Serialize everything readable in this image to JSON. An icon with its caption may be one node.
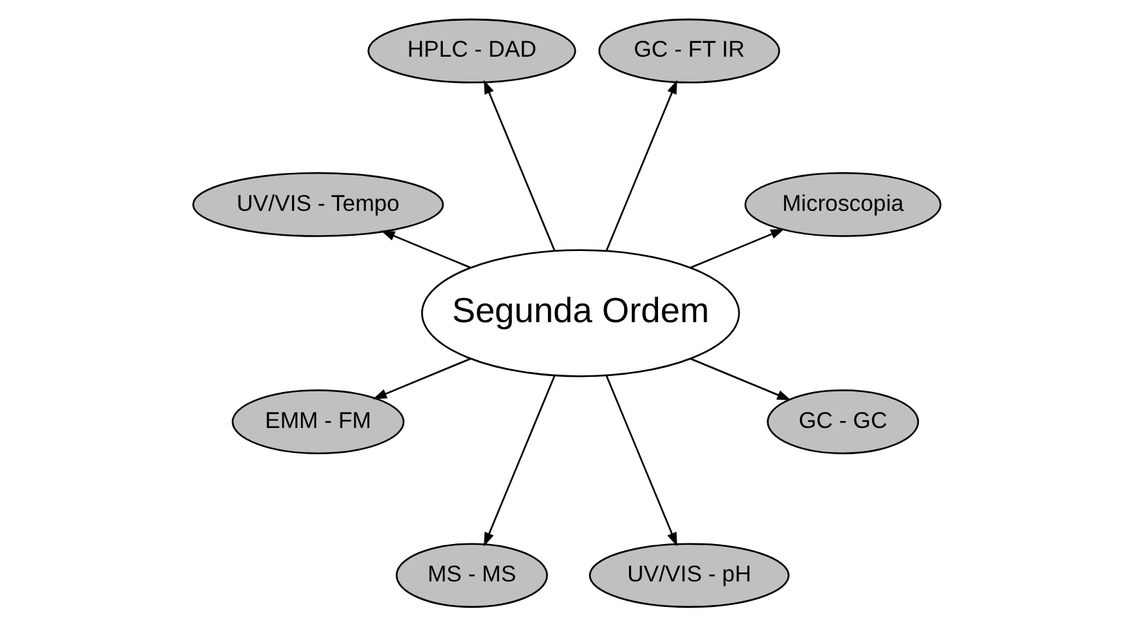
{
  "diagram": {
    "nodes": [
      {
        "text": [
          "Segunda Ordem"
        ]
      },
      {
        "text": [
          "Microscopia"
        ]
      },
      {
        "text": [
          "GC - FT IR"
        ]
      },
      {
        "text": [
          "HPLC - DAD"
        ]
      },
      {
        "text": [
          "UV/VIS - Tempo"
        ]
      },
      {
        "text": [
          "EMM - FM"
        ]
      },
      {
        "text": [
          "MS - MS"
        ]
      },
      {
        "text": [
          "UV/VIS - pH"
        ]
      },
      {
        "text": [
          "GC - GC"
        ]
      }
    ],
    "edges": [
      {
        "from": 0,
        "to": 1,
        "arrow": "to"
      },
      {
        "from": 0,
        "to": 2,
        "arrow": "to"
      },
      {
        "from": 0,
        "to": 3,
        "arrow": "to"
      },
      {
        "from": 0,
        "to": 4,
        "arrow": "to"
      },
      {
        "from": 0,
        "to": 5,
        "arrow": "to"
      },
      {
        "from": 0,
        "to": 6,
        "arrow": "to"
      },
      {
        "from": 0,
        "to": 7,
        "arrow": "to"
      },
      {
        "from": 0,
        "to": 8,
        "arrow": "to"
      }
    ]
  }
}
